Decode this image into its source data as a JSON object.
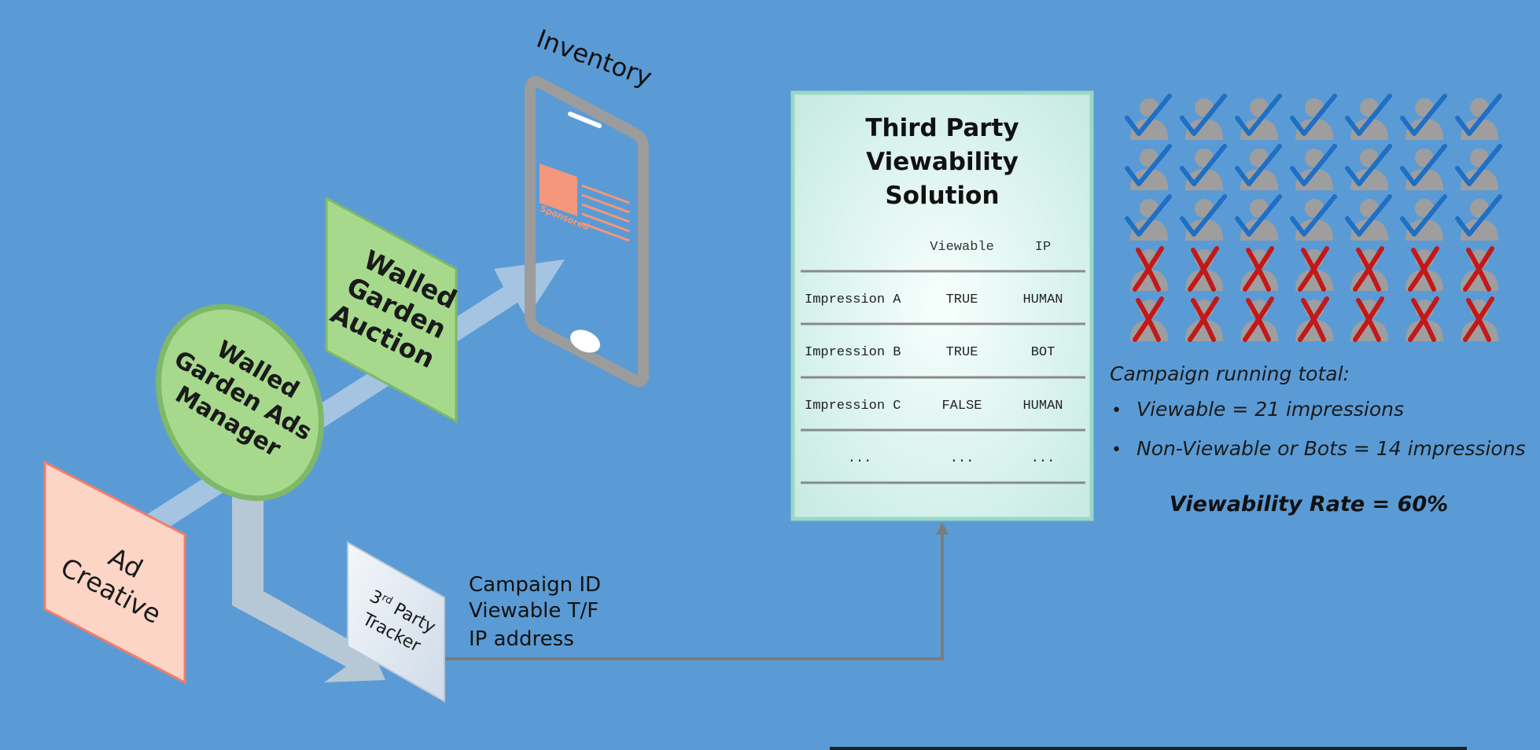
{
  "diagram": {
    "inventory_label": "Inventory",
    "phone_ad_label": "Sponsored",
    "auction_label": [
      "Walled",
      "Garden",
      "Auction"
    ],
    "ads_manager_label": [
      "Walled",
      "Garden Ads",
      "Manager"
    ],
    "ad_creative_label": [
      "Ad",
      "Creative"
    ],
    "tracker_label": {
      "prefix": "3",
      "superscript": "rd",
      "line1_rest": " Party",
      "line2": "Tracker"
    },
    "tracker_data_lines": [
      "Campaign ID",
      "Viewable T/F",
      "IP address"
    ]
  },
  "solution": {
    "title": [
      "Third Party",
      "Viewability",
      "Solution"
    ],
    "columns": [
      "Viewable",
      "IP"
    ],
    "rows": [
      {
        "name": "Impression A",
        "viewable": "TRUE",
        "ip": "HUMAN"
      },
      {
        "name": "Impression B",
        "viewable": "TRUE",
        "ip": "BOT"
      },
      {
        "name": "Impression C",
        "viewable": "FALSE",
        "ip": "HUMAN"
      },
      {
        "name": "...",
        "viewable": "...",
        "ip": "..."
      }
    ]
  },
  "impression_grid": {
    "columns": 7,
    "viewable_count": 21,
    "non_viewable_count": 14
  },
  "summary": {
    "heading": "Campaign running total:",
    "bullets": [
      "Viewable = 21 impressions",
      "Non-Viewable or Bots = 14 impressions"
    ],
    "rate": "Viewability Rate = 60%"
  },
  "colors": {
    "background": "#5b9bd5",
    "arrow": "#a9c6e2",
    "ad_creative": "#fcd5c7",
    "walled_garden": "#a6d98c",
    "solution_panel": "#d7f1ec",
    "check": "#1f6fc4",
    "cross": "#c41818",
    "person": "#9e9e9e"
  }
}
